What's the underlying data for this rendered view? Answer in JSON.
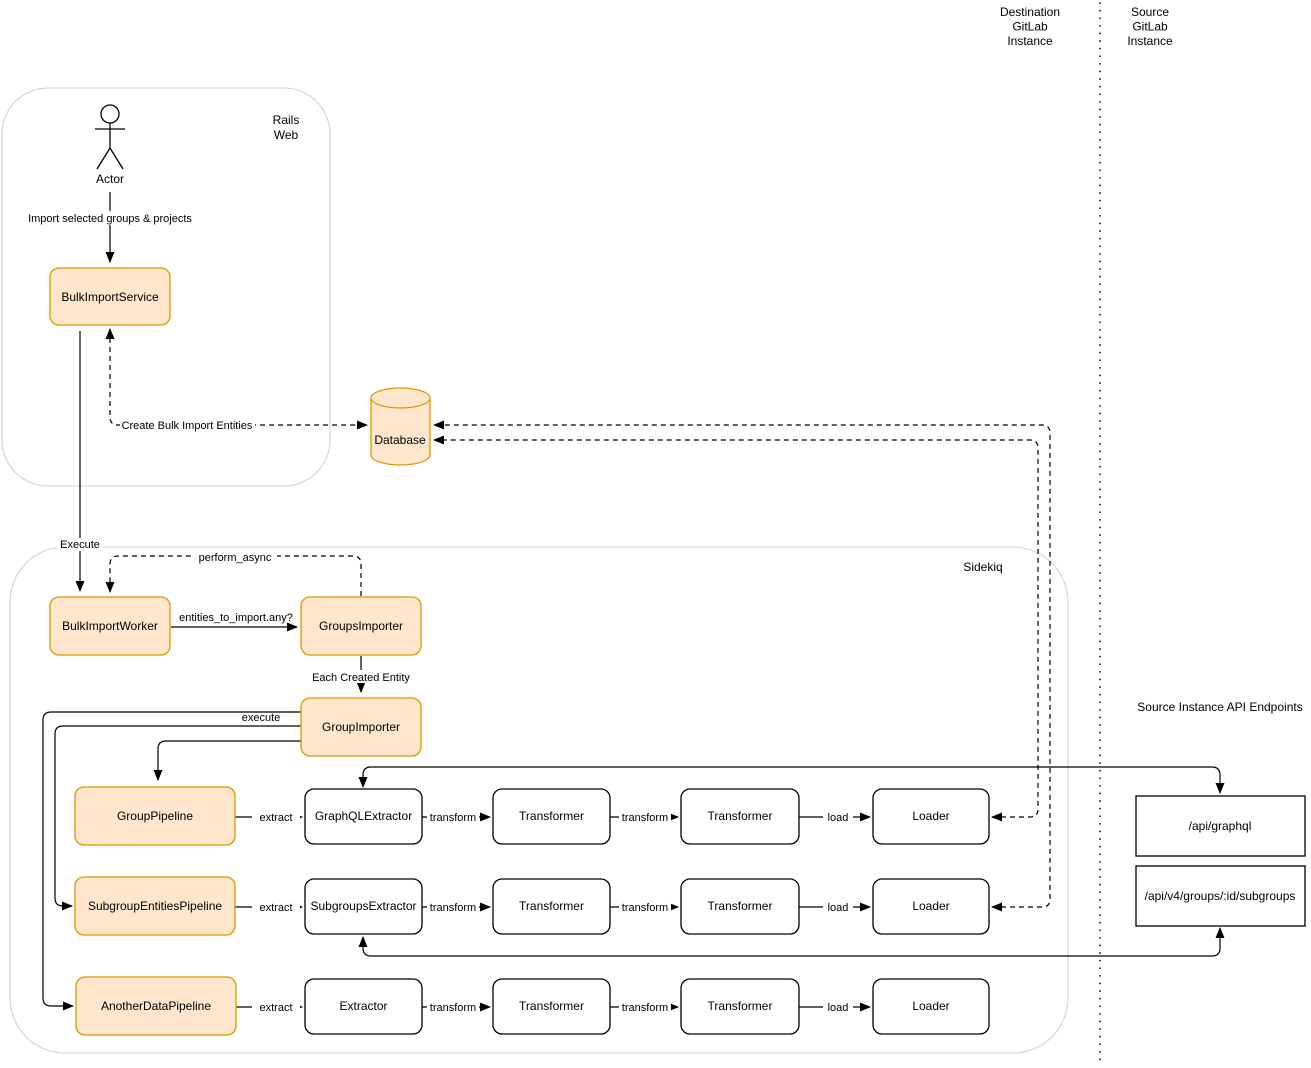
{
  "colors": {
    "orange_fill": "#FFE6CC",
    "orange_stroke": "#D79B00",
    "container_stroke": "#D6D6D6"
  },
  "headers": {
    "destination": [
      "Destination",
      "GitLab",
      "Instance"
    ],
    "source": [
      "Source",
      "GitLab",
      "Instance"
    ],
    "api_endpoints_title": "Source Instance API Endpoints"
  },
  "containers": {
    "rails_web": [
      "Rails",
      "Web"
    ],
    "sidekiq": "Sidekiq"
  },
  "actor": {
    "label": "Actor"
  },
  "nodes": {
    "bulk_import_service": "BulkImportService",
    "database": "Database",
    "bulk_import_worker": "BulkImportWorker",
    "groups_importer": "GroupsImporter",
    "group_importer": "GroupImporter",
    "group_pipeline": "GroupPipeline",
    "subgroup_entities_pipeline": "SubgroupEntitiesPipeline",
    "another_data_pipeline": "AnotherDataPipeline",
    "graphql_extractor": "GraphQLExtractor",
    "subgroups_extractor": "SubgroupsExtractor",
    "extractor": "Extractor",
    "transformer": "Transformer",
    "loader": "Loader",
    "api_graphql": "/api/graphql",
    "api_subgroups": "/api/v4/groups/:id/subgroups"
  },
  "edge_labels": {
    "import_selected": "Import selected groups & projects",
    "create_bulk_import_entities": "Create Bulk Import Entities",
    "execute": "Execute",
    "perform_async": "perform_async",
    "entities_to_import": "entities_to_import.any?",
    "each_created_entity": "Each Created Entity",
    "execute_pipelines": "execute",
    "extract": "extract",
    "transform": "transform",
    "load": "load"
  }
}
